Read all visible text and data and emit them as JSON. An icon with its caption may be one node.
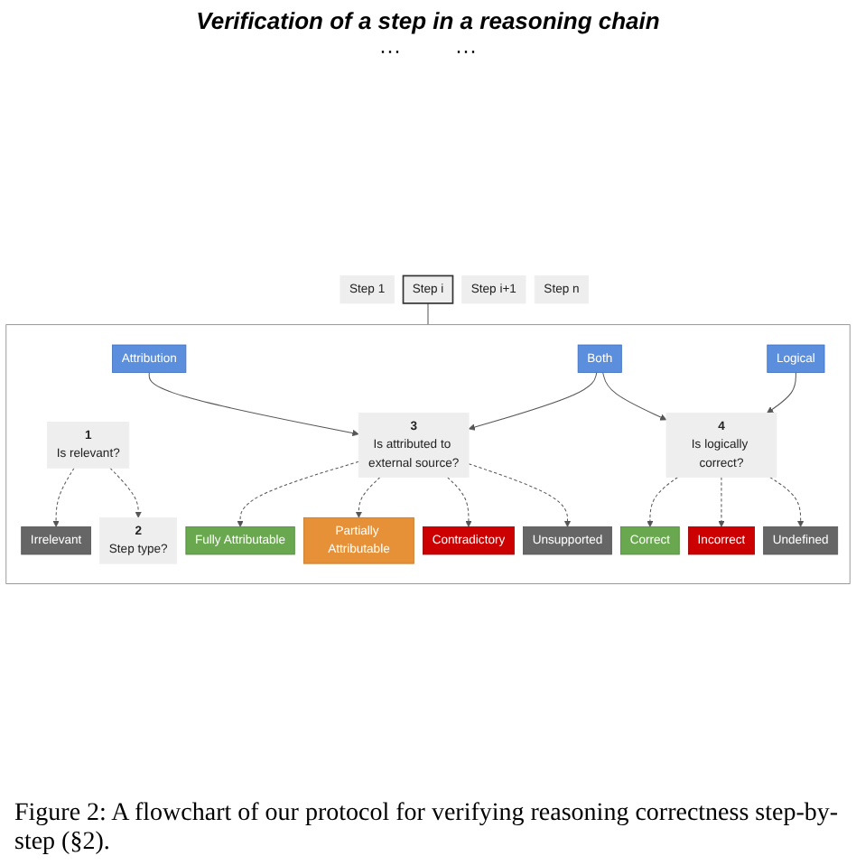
{
  "diagram": {
    "title": "Verification of a step in a reasoning chain",
    "caption": "Figure 2: A flowchart of our protocol for verifying reasoning correctness step-by-step (§2).",
    "nodes": [
      {
        "text": [
          "Step 1"
        ]
      },
      {
        "text": [
          "Step i"
        ]
      },
      {
        "text": [
          "Step i+1"
        ]
      },
      {
        "text": [
          "Step n"
        ]
      },
      {
        "text": [],
        "shape": "box"
      },
      {
        "text": [
          "1",
          "Is relevant?"
        ],
        "in": 4
      },
      {
        "text": [
          "Irrelevant"
        ],
        "in": 4
      },
      {
        "text": [
          "2",
          "Step type?"
        ],
        "in": 4
      },
      {
        "text": [
          "Attribution"
        ],
        "in": 4
      },
      {
        "text": [
          "Both"
        ],
        "in": 4
      },
      {
        "text": [
          "Logical"
        ],
        "in": 4
      },
      {
        "text": [
          "3",
          "Is attributed to external source?"
        ],
        "in": 4
      },
      {
        "text": [
          "4",
          "Is logically correct?"
        ],
        "in": 4
      },
      {
        "text": [
          "Fully Attributable"
        ],
        "in": 4
      },
      {
        "text": [
          "Partially Attributable"
        ],
        "in": 4
      },
      {
        "text": [
          "Contradictory"
        ],
        "in": 4
      },
      {
        "text": [
          "Unsupported"
        ],
        "in": 4
      },
      {
        "text": [
          "Correct"
        ],
        "in": 4
      },
      {
        "text": [
          "Incorrect"
        ],
        "in": 4
      },
      {
        "text": [
          "Undefined"
        ],
        "in": 4
      }
    ],
    "edges": [
      {
        "from": 1,
        "to": 4,
        "arrow": "none"
      },
      {
        "from": 5,
        "to": 6,
        "arrow": "to",
        "style": "dashed"
      },
      {
        "from": 5,
        "to": 7,
        "arrow": "to",
        "style": "dashed"
      },
      {
        "from": 8,
        "to": 11,
        "arrow": "to"
      },
      {
        "from": 9,
        "to": 11,
        "arrow": "to"
      },
      {
        "from": 9,
        "to": 12,
        "arrow": "to"
      },
      {
        "from": 10,
        "to": 12,
        "arrow": "to"
      },
      {
        "from": 11,
        "to": 13,
        "arrow": "to",
        "style": "dashed"
      },
      {
        "from": 11,
        "to": 14,
        "arrow": "to",
        "style": "dashed"
      },
      {
        "from": 11,
        "to": 15,
        "arrow": "to",
        "style": "dashed"
      },
      {
        "from": 11,
        "to": 16,
        "arrow": "to",
        "style": "dashed"
      },
      {
        "from": 12,
        "to": 17,
        "arrow": "to",
        "style": "dashed"
      },
      {
        "from": 12,
        "to": 18,
        "arrow": "to",
        "style": "dashed"
      },
      {
        "from": 12,
        "to": 19,
        "arrow": "to",
        "style": "dashed"
      }
    ],
    "labels": [
      "···",
      "···"
    ]
  }
}
